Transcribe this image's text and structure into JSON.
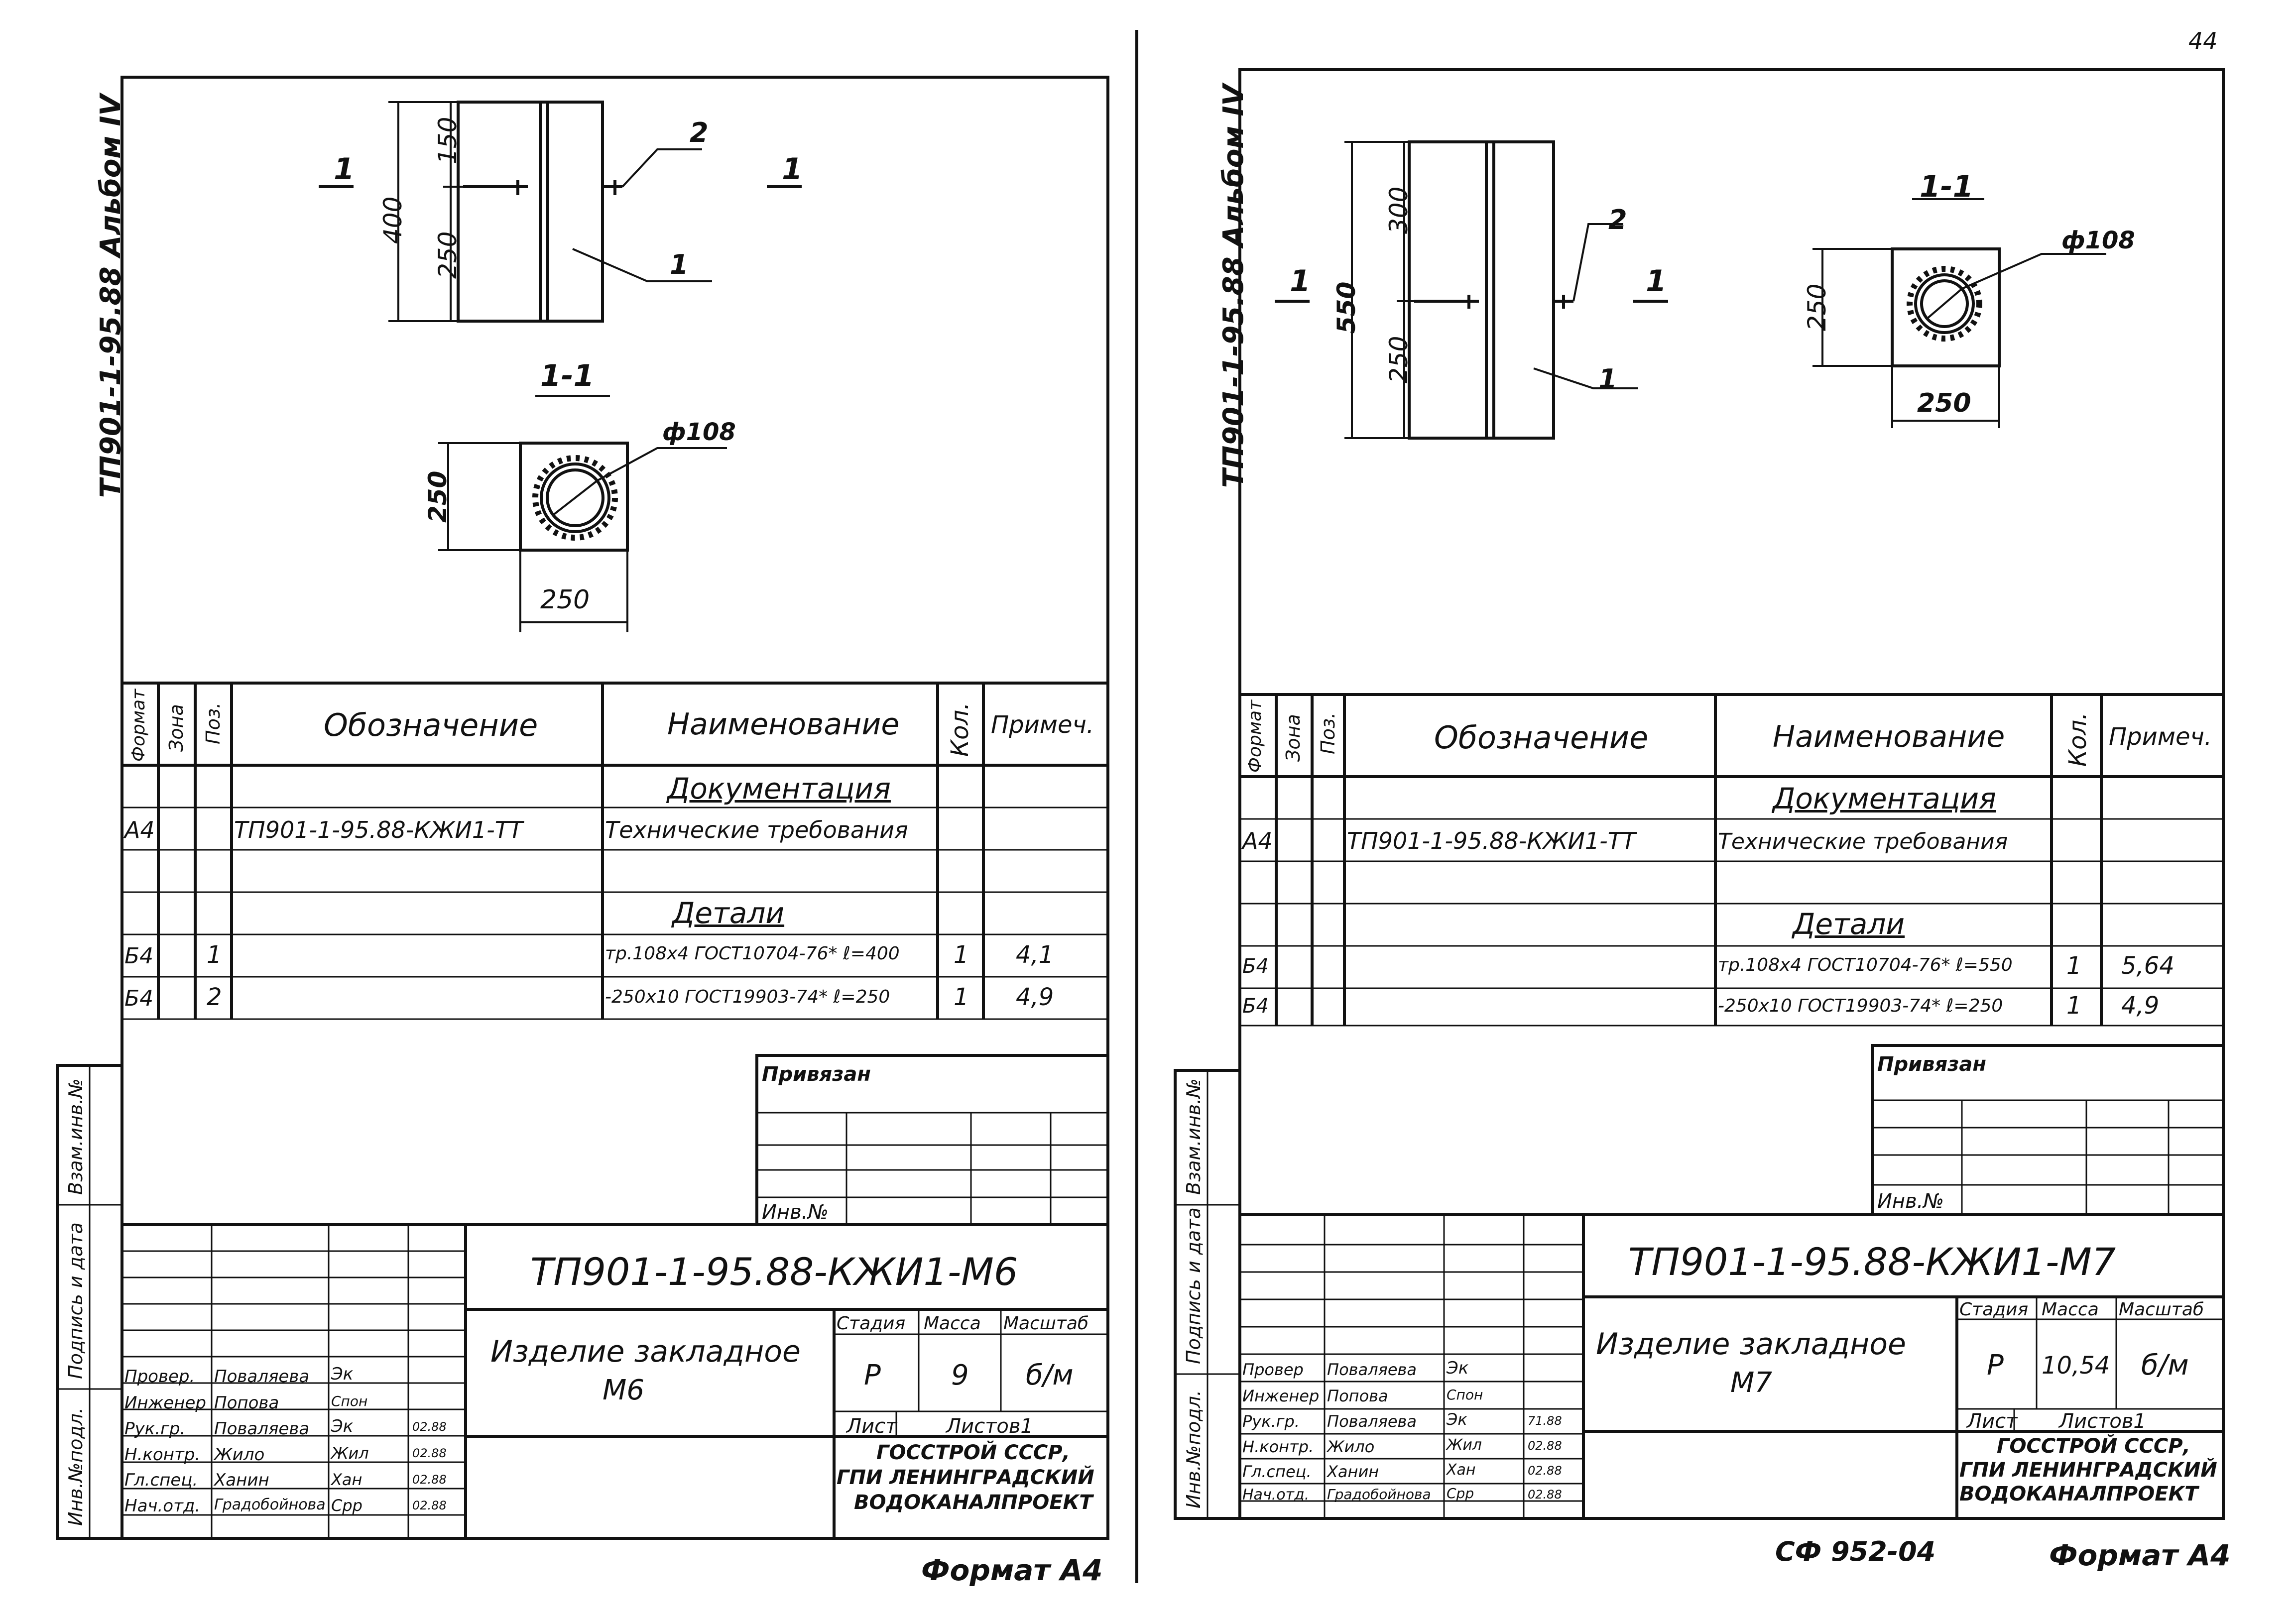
{
  "page_number": "44",
  "code_stamp": "СФ 952-04",
  "sheets": [
    {
      "album_label": "ТП901-1-95.88  Альбом IV",
      "elevation": {
        "dim_total": "400",
        "dim_top": "150",
        "dim_bottom": "250",
        "pos_pipe": "1",
        "pos_plate": "2",
        "section_left": "1",
        "section_right": "1"
      },
      "section": {
        "title": "1-1",
        "diameter": "ф108",
        "side_dim": "250",
        "bottom_dim": "250"
      },
      "spec": {
        "headers": {
          "format": "Формат",
          "zone": "Зона",
          "pos": "Поз.",
          "designation": "Обозначение",
          "name": "Наименование",
          "qty": "Кол.",
          "note": "Примеч."
        },
        "group_docs": "Документация",
        "doc_row": {
          "format": "А4",
          "designation": "ТП901-1-95.88-КЖИ1-ТТ",
          "name": "Технические требования"
        },
        "group_parts": "Детали",
        "rows": [
          {
            "format": "Б4",
            "pos": "1",
            "name": "тр.108х4 ГОСТ10704-76* ℓ=400",
            "qty": "1",
            "note": "4,1"
          },
          {
            "format": "Б4",
            "pos": "2",
            "name": "-250х10 ГОСТ19903-74* ℓ=250",
            "qty": "1",
            "note": "4,9"
          }
        ]
      },
      "binding": {
        "label": "Привязан",
        "inv": "Инв.№"
      },
      "stamp": {
        "code": "ТП901-1-95.88-КЖИ1-М6",
        "product_name": "Изделие закладное",
        "product_mark": "М6",
        "stage_label": "Стадия",
        "mass_label": "Масса",
        "scale_label": "Масштаб",
        "stage": "Р",
        "mass": "9",
        "scale": "б/м",
        "sheet_label": "Лист",
        "sheets_label": "Листов1",
        "org": [
          "ГОССТРОЙ СССР,",
          "ГПИ ЛЕНИНГРАДСКИЙ",
          "ВОДОКАНАЛПРОЕКТ"
        ],
        "people": [
          {
            "role": "Провер.",
            "name": "Поваляева",
            "sign": "Эк",
            "date": ""
          },
          {
            "role": "Инженер",
            "name": "Попова",
            "sign": "Спон",
            "date": ""
          },
          {
            "role": "Рук.гр.",
            "name": "Поваляева",
            "sign": "Эк",
            "date": "02.88"
          },
          {
            "role": "Н.контр.",
            "name": "Жило",
            "sign": "Жил",
            "date": "02.88"
          },
          {
            "role": "Гл.спец.",
            "name": "Ханин",
            "sign": "Хан",
            "date": "02.88"
          },
          {
            "role": "Нач.отд.",
            "name": "Градобойнова",
            "sign": "Срр",
            "date": "02.88"
          }
        ]
      },
      "side_labels": [
        "Инв.№подл.",
        "Подпись и дата",
        "Взам.инв.№"
      ],
      "format_label": "Формат А4"
    },
    {
      "album_label": "ТП901-1-95.88  Альбом IV",
      "elevation": {
        "dim_total": "550",
        "dim_top": "300",
        "dim_bottom": "250",
        "pos_pipe": "1",
        "pos_plate": "2",
        "section_left": "1",
        "section_right": "1"
      },
      "section": {
        "title": "1-1",
        "diameter": "ф108",
        "side_dim": "250",
        "bottom_dim": "250"
      },
      "spec": {
        "headers": {
          "format": "Формат",
          "zone": "Зона",
          "pos": "Поз.",
          "designation": "Обозначение",
          "name": "Наименование",
          "qty": "Кол.",
          "note": "Примеч."
        },
        "group_docs": "Документация",
        "doc_row": {
          "format": "А4",
          "designation": "ТП901-1-95.88-КЖИ1-ТТ",
          "name": "Технические требования"
        },
        "group_parts": "Детали",
        "rows": [
          {
            "format": "Б4",
            "pos": "",
            "name": "тр.108х4 ГОСТ10704-76* ℓ=550",
            "qty": "1",
            "note": "5,64"
          },
          {
            "format": "Б4",
            "pos": "",
            "name": "-250х10 ГОСТ19903-74* ℓ=250",
            "qty": "1",
            "note": "4,9"
          }
        ]
      },
      "binding": {
        "label": "Привязан",
        "inv": "Инв.№"
      },
      "stamp": {
        "code": "ТП901-1-95.88-КЖИ1-М7",
        "product_name": "Изделие закладное",
        "product_mark": "М7",
        "stage_label": "Стадия",
        "mass_label": "Масса",
        "scale_label": "Масштаб",
        "stage": "Р",
        "mass": "10,54",
        "scale": "б/м",
        "sheet_label": "Лист",
        "sheets_label": "Листов1",
        "org": [
          "ГОССТРОЙ СССР,",
          "ГПИ ЛЕНИНГРАДСКИЙ",
          "ВОДОКАНАЛПРОЕКТ"
        ],
        "people": [
          {
            "role": "Провер",
            "name": "Поваляева",
            "sign": "Эк",
            "date": ""
          },
          {
            "role": "Инженер",
            "name": "Попова",
            "sign": "Спон",
            "date": ""
          },
          {
            "role": "Рук.гр.",
            "name": "Поваляева",
            "sign": "Эк",
            "date": "71.88"
          },
          {
            "role": "Н.контр.",
            "name": "Жило",
            "sign": "Жил",
            "date": "02.88"
          },
          {
            "role": "Гл.спец.",
            "name": "Ханин",
            "sign": "Хан",
            "date": "02.88"
          },
          {
            "role": "Нач.отд.",
            "name": "Градобойнова",
            "sign": "Срр",
            "date": "02.88"
          }
        ]
      },
      "side_labels": [
        "Инв.№подл.",
        "Подпись и дата",
        "Взам.инв.№"
      ],
      "format_label": "Формат А4"
    }
  ]
}
